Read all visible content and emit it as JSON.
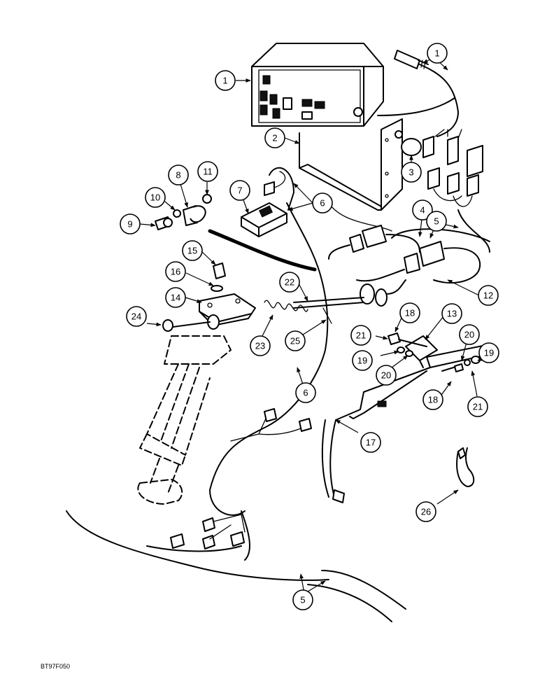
{
  "figure_code": "BT97F050",
  "callouts": [
    {
      "label": "1"
    },
    {
      "label": "1"
    },
    {
      "label": "2"
    },
    {
      "label": "3"
    },
    {
      "label": "4"
    },
    {
      "label": "5"
    },
    {
      "label": "6"
    },
    {
      "label": "6"
    },
    {
      "label": "7"
    },
    {
      "label": "8"
    },
    {
      "label": "9"
    },
    {
      "label": "10"
    },
    {
      "label": "11"
    },
    {
      "label": "12"
    },
    {
      "label": "13"
    },
    {
      "label": "14"
    },
    {
      "label": "15"
    },
    {
      "label": "16"
    },
    {
      "label": "17"
    },
    {
      "label": "18"
    },
    {
      "label": "18"
    },
    {
      "label": "19"
    },
    {
      "label": "19"
    },
    {
      "label": "20"
    },
    {
      "label": "20"
    },
    {
      "label": "21"
    },
    {
      "label": "21"
    },
    {
      "label": "22"
    },
    {
      "label": "23"
    },
    {
      "label": "24"
    },
    {
      "label": "25"
    },
    {
      "label": "26"
    },
    {
      "label": "5"
    }
  ]
}
